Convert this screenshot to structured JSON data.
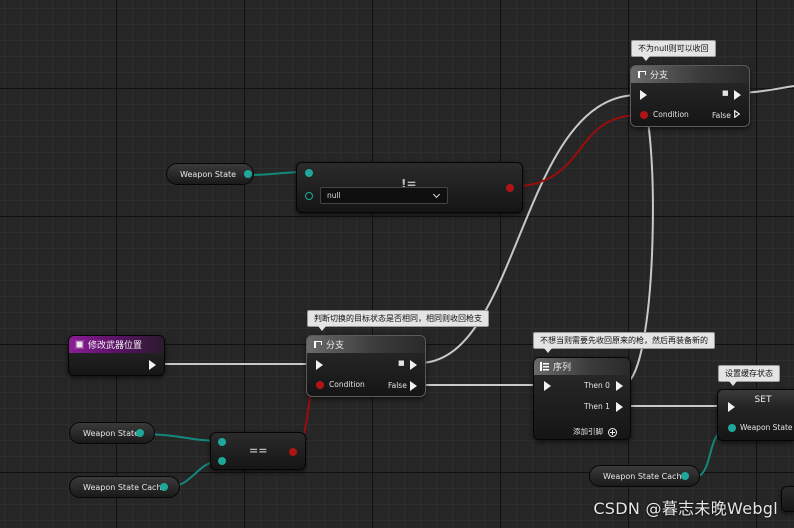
{
  "nodes": {
    "var_weapon_state_1": {
      "label": "Weapon State"
    },
    "var_weapon_state_2": {
      "label": "Weapon State"
    },
    "var_weapon_state_cache_1": {
      "label": "Weapon State Cache"
    },
    "var_weapon_state_cache_2": {
      "label": "Weapon State Cache"
    },
    "not_equal": {
      "symbol": "!=",
      "dropdown_value": "null"
    },
    "branch_top": {
      "title": "分支",
      "condition": "Condition",
      "false_label": "False",
      "comment": "不为null则可以收回"
    },
    "branch_mid": {
      "title": "分支",
      "condition": "Condition",
      "false_label": "False",
      "comment": "判断切换的目标状态是否相同，相同则收回枪支"
    },
    "event_node": {
      "title": "修改武器位置"
    },
    "equal": {
      "symbol": "=="
    },
    "sequence": {
      "title": "序列",
      "then0": "Then 0",
      "then1": "Then 1",
      "add_pin": "添加引脚",
      "comment": "不想当则需要先收回原来的枪，然后再装备新的"
    },
    "set_node": {
      "title": "SET",
      "pin_label": "Weapon State",
      "comment": "设置缓存状态"
    }
  },
  "colors": {
    "exec_wire": "#c8c8c8",
    "bool_wire": "#9a0d0d",
    "enum_wire": "#13887c"
  },
  "watermark": "CSDN @暮志未晚Webgl"
}
